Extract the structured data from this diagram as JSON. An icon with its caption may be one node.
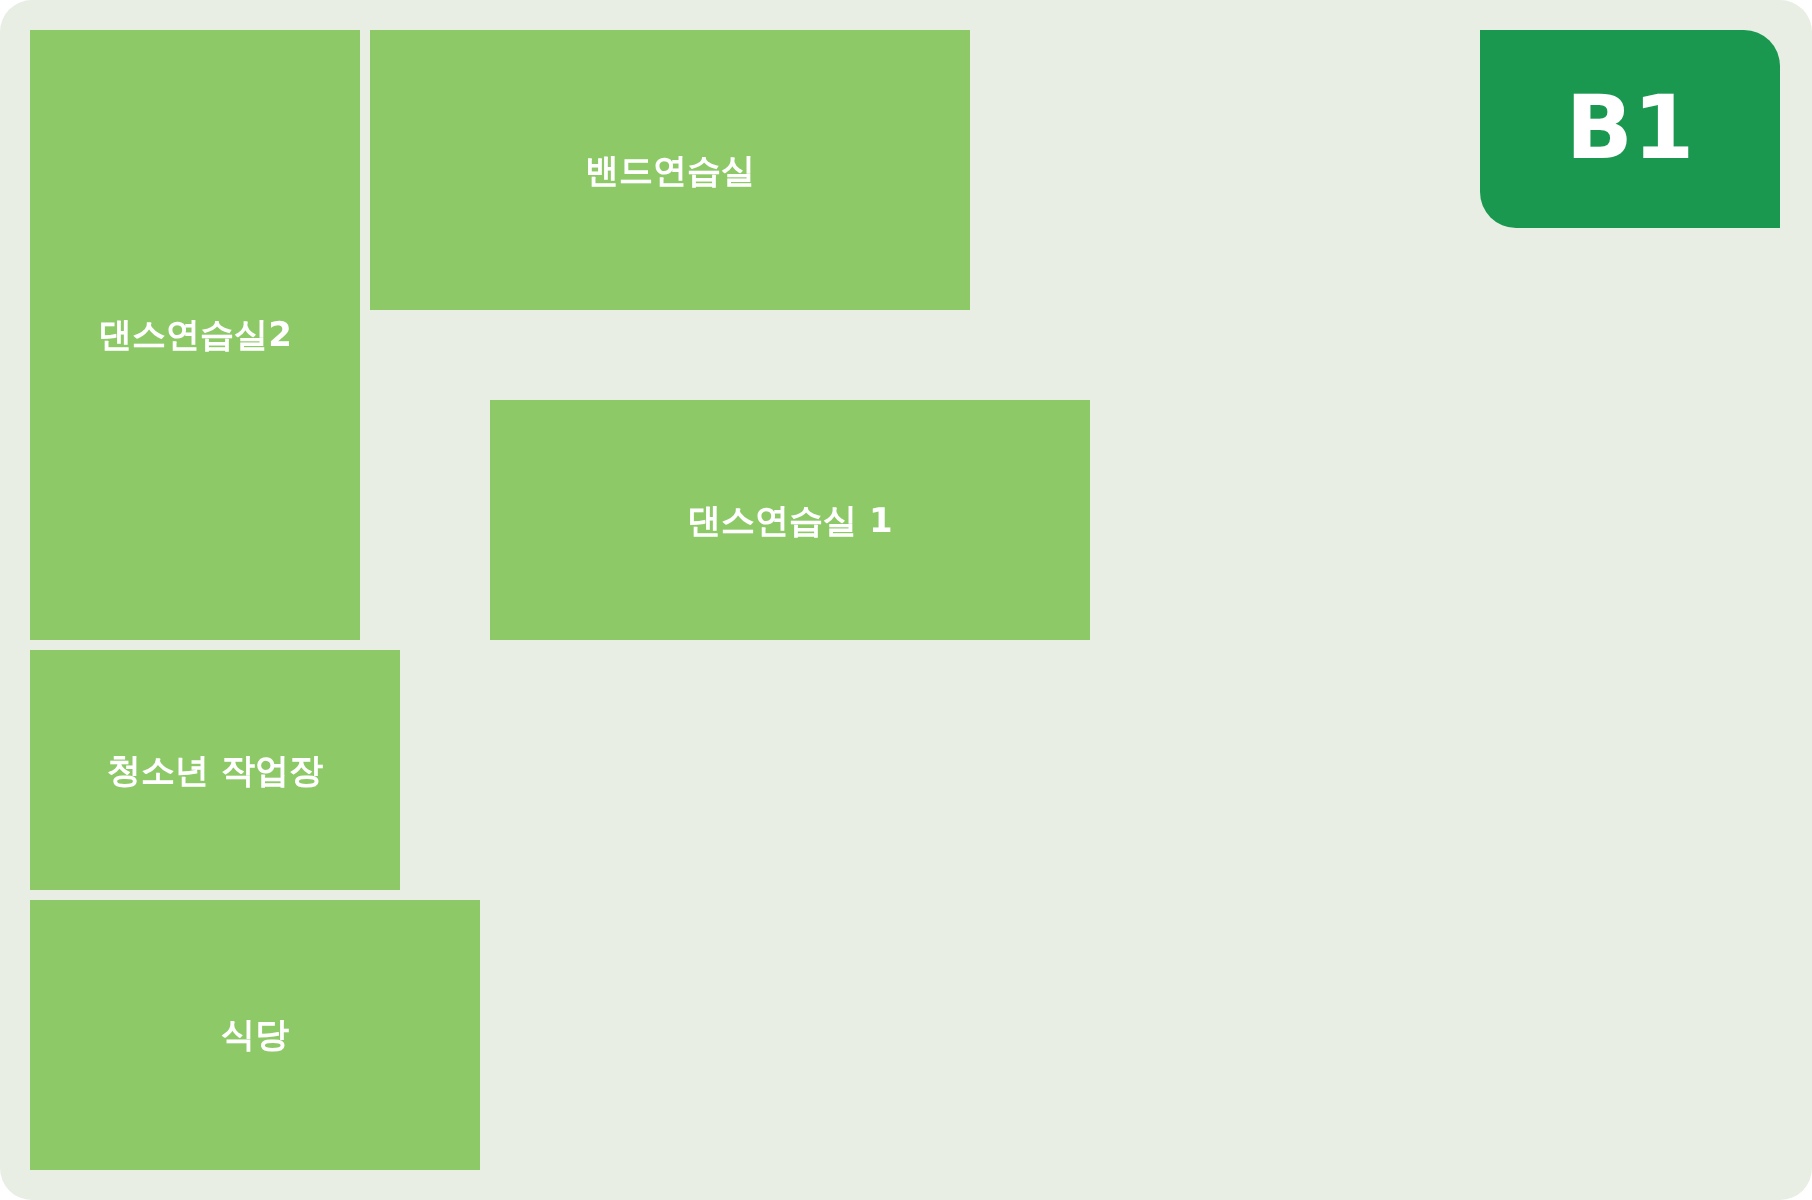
{
  "diagram": {
    "nodes": [
      {
        "text": [
          "댄스연습실2"
        ]
      },
      {
        "text": [
          "밴드연습실"
        ]
      },
      {
        "text": [
          "B1"
        ]
      },
      {
        "text": [
          "댄스연습실 1"
        ]
      },
      {
        "text": [
          "청소년 작업장"
        ]
      },
      {
        "text": [
          "식당"
        ]
      }
    ]
  }
}
